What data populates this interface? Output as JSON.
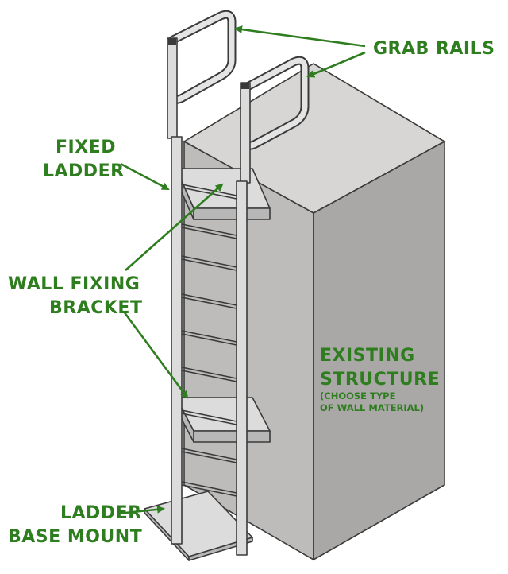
{
  "labels": {
    "grab_rails": "GRAB RAILS",
    "fixed_ladder_line1": "FIXED",
    "fixed_ladder_line2": "LADDER",
    "wall_bracket_line1": "WALL FIXING",
    "wall_bracket_line2": "BRACKET",
    "structure_line1": "EXISTING",
    "structure_line2": "STRUCTURE",
    "structure_note_line1": "(CHOOSE TYPE",
    "structure_note_line2": "OF WALL MATERIAL)",
    "base_line1": "LADDER",
    "base_line2": "BASE MOUNT"
  },
  "colors": {
    "label_green": "#2e7d1f",
    "structure_top": "#d7d6d4",
    "structure_left": "#bdbcba",
    "structure_right": "#a9a8a6",
    "metal": "#dcdcdc",
    "outline": "#3a3a3a"
  }
}
